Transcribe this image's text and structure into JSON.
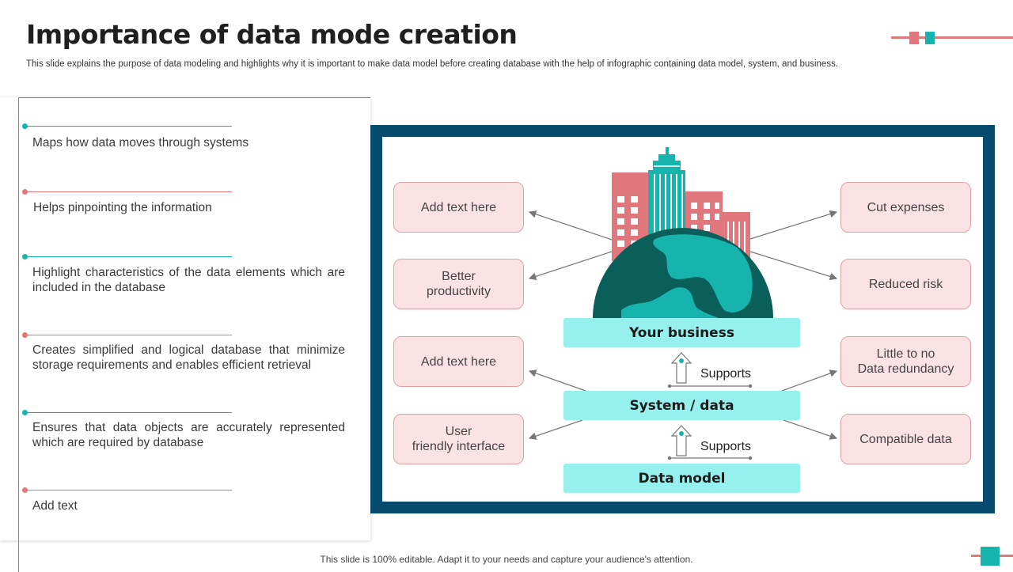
{
  "header": {
    "title": "Importance of data mode creation",
    "description": "This slide explains the purpose of data modeling and highlights why it is important to make data model before creating database with the help of infographic containing data model, system, and business."
  },
  "left_points": [
    {
      "text": "Maps how data moves through  systems",
      "accent": "#17b3ad"
    },
    {
      "text": "Helps pinpointing the information",
      "accent": "#e0777d"
    },
    {
      "text": "Highlight characteristics of the data elements which are included in the database",
      "accent": "#17b3ad"
    },
    {
      "text": "Creates  simplified and logical database that  minimize storage requirements  and enables efficient retrieval",
      "accent": "#e0777d"
    },
    {
      "text": "Ensures that data objects  are accurately represented which are required  by database",
      "accent": "#17b3ad"
    },
    {
      "text": "Add text",
      "accent": "#e0777d"
    }
  ],
  "infographic": {
    "left_boxes": [
      "Add text here",
      "Better\nproductivity",
      "Add text here",
      "User\nfriendly interface"
    ],
    "right_boxes": [
      "Cut expenses",
      "Reduced risk",
      "Little to no\nData redundancy",
      "Compatible data"
    ],
    "layers": [
      "Your business",
      "System / data",
      "Data model"
    ],
    "connector_labels": [
      "Supports",
      "Supports"
    ]
  },
  "footer": "This slide is 100% editable. Adapt it to your needs and capture your audience's attention.",
  "colors": {
    "teal": "#17b3ad",
    "pink": "#e0777d",
    "navy_frame": "#064a6e",
    "layer_fill": "#96f0ee",
    "box_fill": "#fbe3e5",
    "globe_dark": "#0b5f5a"
  }
}
